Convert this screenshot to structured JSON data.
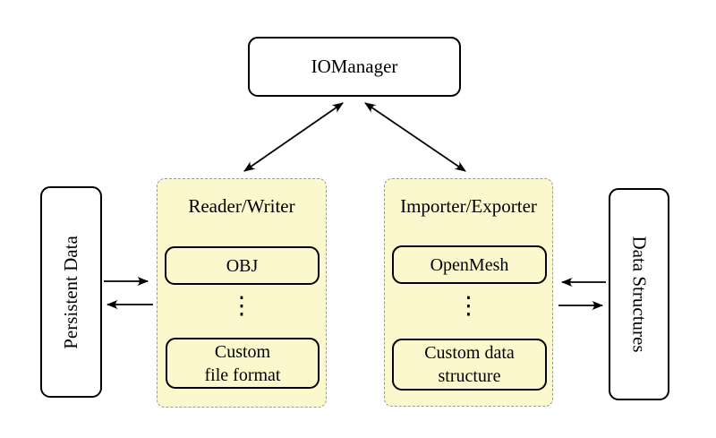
{
  "diagram": {
    "top_node": {
      "label": "IOManager"
    },
    "left_panel": {
      "label": "Persistent Data"
    },
    "right_panel": {
      "label": "Data Structures"
    },
    "reader_writer_group": {
      "title": "Reader/Writer",
      "top_box": "OBJ",
      "ellipsis": "⋮",
      "bottom_box_line1": "Custom",
      "bottom_box_line2": "file format"
    },
    "importer_exporter_group": {
      "title": "Importer/Exporter",
      "top_box": "OpenMesh",
      "ellipsis": "⋮",
      "bottom_box_line1": "Custom data",
      "bottom_box_line2": "structure"
    },
    "colors": {
      "group_fill": "#fbf8cd",
      "group_border": "#999999",
      "node_border": "#000000",
      "arrow": "#000000",
      "background": "#ffffff"
    }
  }
}
